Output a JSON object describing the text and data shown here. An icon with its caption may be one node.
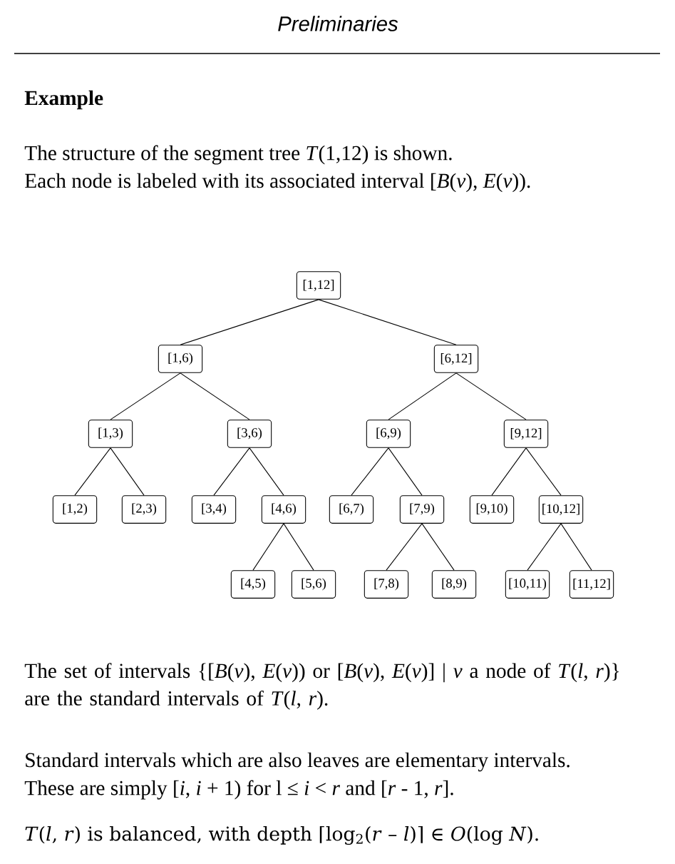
{
  "diagram": {
    "title": "Preliminaries",
    "nodes": [
      {
        "text": [
          "[1,12]"
        ]
      },
      {
        "text": [
          "[1,6)"
        ]
      },
      {
        "text": [
          "[6,12]"
        ]
      },
      {
        "text": [
          "[1,3)"
        ]
      },
      {
        "text": [
          "[3,6)"
        ]
      },
      {
        "text": [
          "[6,9)"
        ]
      },
      {
        "text": [
          "[9,12]"
        ]
      },
      {
        "text": [
          "[1,2)"
        ]
      },
      {
        "text": [
          "[2,3)"
        ]
      },
      {
        "text": [
          "[3,4)"
        ]
      },
      {
        "text": [
          "[4,6)"
        ]
      },
      {
        "text": [
          "[6,7)"
        ]
      },
      {
        "text": [
          "[7,9)"
        ]
      },
      {
        "text": [
          "[9,10)"
        ]
      },
      {
        "text": [
          "[10,12]"
        ]
      },
      {
        "text": [
          "[4,5)"
        ]
      },
      {
        "text": [
          "[5,6)"
        ]
      },
      {
        "text": [
          "[7,8)"
        ]
      },
      {
        "text": [
          "[8,9)"
        ]
      },
      {
        "text": [
          "[10,11)"
        ]
      },
      {
        "text": [
          "[11,12]"
        ]
      }
    ],
    "edges": [
      {
        "from": 0,
        "to": 1,
        "arrow": "none"
      },
      {
        "from": 0,
        "to": 2,
        "arrow": "none"
      },
      {
        "from": 1,
        "to": 3,
        "arrow": "none"
      },
      {
        "from": 1,
        "to": 4,
        "arrow": "none"
      },
      {
        "from": 2,
        "to": 5,
        "arrow": "none"
      },
      {
        "from": 2,
        "to": 6,
        "arrow": "none"
      },
      {
        "from": 3,
        "to": 7,
        "arrow": "none"
      },
      {
        "from": 3,
        "to": 8,
        "arrow": "none"
      },
      {
        "from": 4,
        "to": 9,
        "arrow": "none"
      },
      {
        "from": 4,
        "to": 10,
        "arrow": "none"
      },
      {
        "from": 5,
        "to": 11,
        "arrow": "none"
      },
      {
        "from": 5,
        "to": 12,
        "arrow": "none"
      },
      {
        "from": 6,
        "to": 13,
        "arrow": "none"
      },
      {
        "from": 6,
        "to": 14,
        "arrow": "none"
      },
      {
        "from": 10,
        "to": 15,
        "arrow": "none"
      },
      {
        "from": 10,
        "to": 16,
        "arrow": "none"
      },
      {
        "from": 12,
        "to": 17,
        "arrow": "none"
      },
      {
        "from": 12,
        "to": 18,
        "arrow": "none"
      },
      {
        "from": 14,
        "to": 19,
        "arrow": "none"
      },
      {
        "from": 14,
        "to": 20,
        "arrow": "none"
      }
    ],
    "labels": [
      "**Example**",
      "The structure of the segment tree *T*(1,12) is shown.",
      "Each node is labeled with its associated interval [*B*(*v*), *E*(*v*)).",
      "The set of intervals {[*B*(*v*), *E*(*v*)) or [*B*(*v*), *E*(*v*)] | *v* a node of *T*(*l*, *r*)} are the standard intervals of *T*(*l*, *r*).",
      "Standard intervals which are also leaves are elementary intervals.",
      "These are simply [*i*, *i* + 1) for l ≤ *i* < *r* and [*r* - 1, *r*].",
      "*T*(*l*, *r*) is balanced, with depth ⌈log$_{2}$(*r* – *l*)⌉ ∈ *O*(log *N*)."
    ]
  }
}
